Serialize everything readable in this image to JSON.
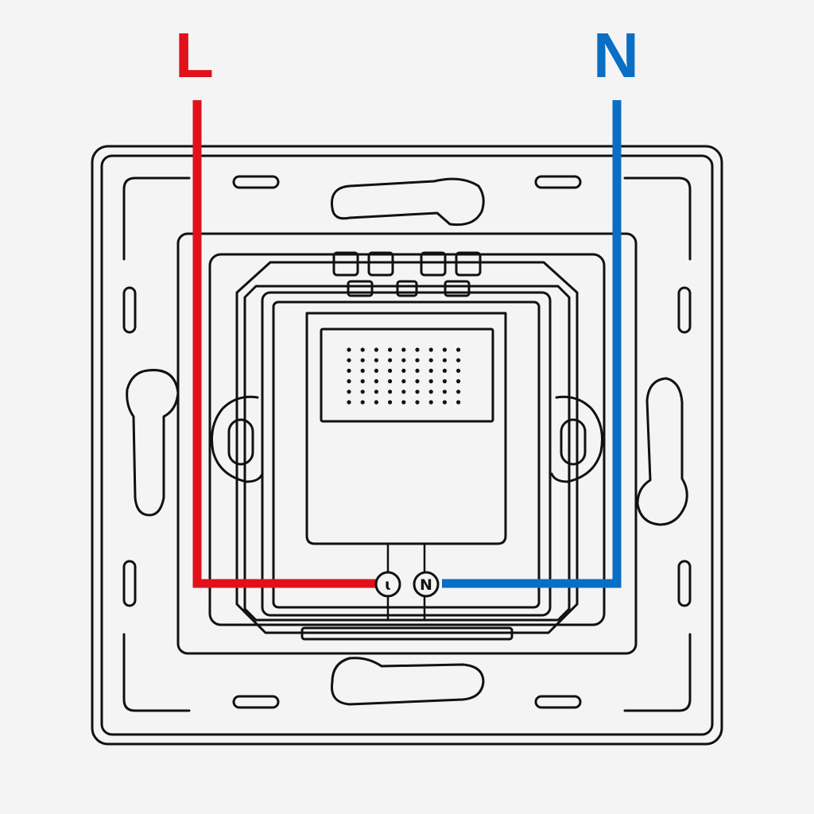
{
  "wires": {
    "live": {
      "label": "L",
      "color": "#e0111b"
    },
    "neutral": {
      "label": "N",
      "color": "#0a6ec4"
    }
  },
  "terminals": {
    "live": {
      "glyph": "ɩ"
    },
    "neutral": {
      "glyph": "N"
    }
  },
  "grille": {
    "rows": 6,
    "cols": 9
  },
  "colors": {
    "outline": "#111111",
    "background": "#f4f4f4"
  }
}
